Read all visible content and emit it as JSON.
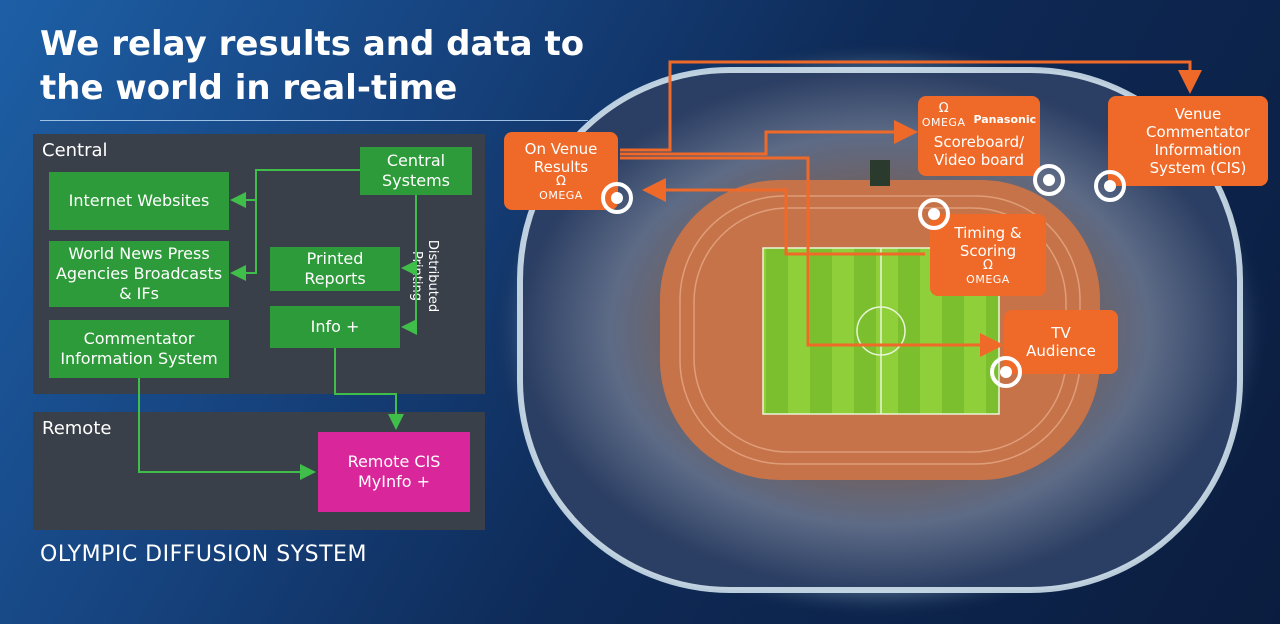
{
  "title": "We relay results and data to the world in real-time",
  "panels": {
    "central_label": "Central",
    "remote_label": "Remote"
  },
  "boxes": {
    "internet_websites": "Internet Websites",
    "world_news": "World News Press Agencies Broadcasts & IFs",
    "commentator_info": "Commentator Information System",
    "central_systems": "Central Systems",
    "printed_reports": "Printed Reports",
    "info_plus": "Info +",
    "remote_cis": "Remote CIS MyInfo +",
    "distributed_printing": "Distributed Printing"
  },
  "footer": "OLYMPIC DIFFUSION SYSTEM",
  "venue": {
    "on_venue_results": "On Venue Results",
    "scoreboard": "Scoreboard/ Video board",
    "venue_cis": "Venue Commentator Information System (CIS)",
    "timing_scoring": "Timing & Scoring",
    "tv_audience": "TV Audience",
    "omega": "OMEGA",
    "omega_symbol": "Ω",
    "panasonic": "Panasonic"
  },
  "colors": {
    "panel": "#3a4049",
    "green": "#2e9b3a",
    "magenta": "#d9269a",
    "orange": "#ef6a28",
    "arrow_green": "#3fbf4a"
  }
}
